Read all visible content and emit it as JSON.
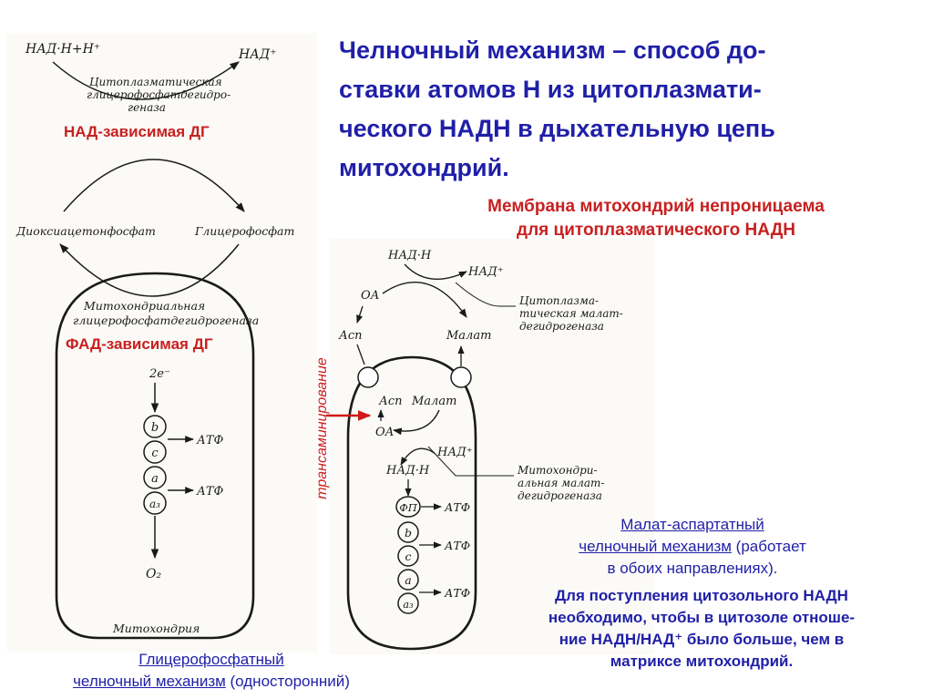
{
  "title": {
    "lines": [
      "Челночный механизм – способ до-",
      "ставки атомов Н из цитоплазмати-",
      "ческого НАДН в дыхательную цепь",
      "митохондрий."
    ]
  },
  "membrane_note": {
    "line1": "Мембрана митохондрий непроницаема",
    "line2": "для цитоплазматического НАДН"
  },
  "left_diagram": {
    "nadh": "НАД·Н+Н⁺",
    "nad": "НАД⁺",
    "cyto_enzyme": [
      "Цитоплазматическая",
      "глицерофосфатдегидро-",
      "геназа"
    ],
    "nad_dependent": "НАД-зависимая ДГ",
    "dhap": "Диоксиацетонфосфат",
    "g3p": "Глицерофосфат",
    "mito_enzyme": [
      "Митохондриальная",
      "глицерофосфатдегидрогеназа"
    ],
    "fad_dependent": "ФАД-зависимая ДГ",
    "electrons": "2e⁻",
    "cytochromes": [
      "b",
      "c",
      "a",
      "a₃"
    ],
    "atp": "АТФ",
    "o2": "O₂",
    "mitochondrion": "Митохондрия",
    "caption_line1": "Глицерофосфатный",
    "caption_line2_underlined": "челночный механизм",
    "caption_line2_rest": " (односторонний)"
  },
  "right_diagram": {
    "nadh": "НАД·Н",
    "nad": "НАД⁺",
    "oa": "ОА",
    "asp": "Асп",
    "malate": "Малат",
    "cyto_enzyme": [
      "Цитоплазма-",
      "тическая малат-",
      "дегидрогеназа"
    ],
    "mito_enzyme": [
      "Митохондри-",
      "альная малат-",
      "дегидрогеназа"
    ],
    "transamination": "трансаминирование",
    "chain": [
      "ФП",
      "b",
      "c",
      "a",
      "a₃"
    ],
    "atp": "АТФ",
    "caption_line1": "Малат-аспартатный",
    "caption_line2_underlined": "челночный механизм",
    "caption_line2_rest": " (работает",
    "caption_line3": "в обоих направлениях).",
    "note": [
      "Для поступления цитозольного НАДН",
      "необходимо, чтобы в цитозоле отноше-",
      "ние НАДН/НАД⁺ было больше, чем в",
      "матриксе митохондрий."
    ]
  },
  "colors": {
    "blue": "#1f1fa8",
    "red": "#c82020",
    "ink": "#1a1a1a"
  }
}
